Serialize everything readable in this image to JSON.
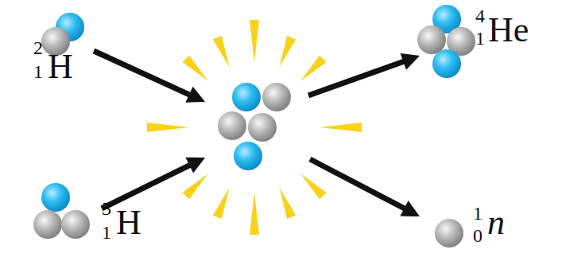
{
  "diagram": {
    "labels": [
      "2",
      "1",
      "H",
      "3",
      "1",
      "H",
      "4",
      "1",
      "He",
      "1",
      "0",
      "n"
    ]
  }
}
